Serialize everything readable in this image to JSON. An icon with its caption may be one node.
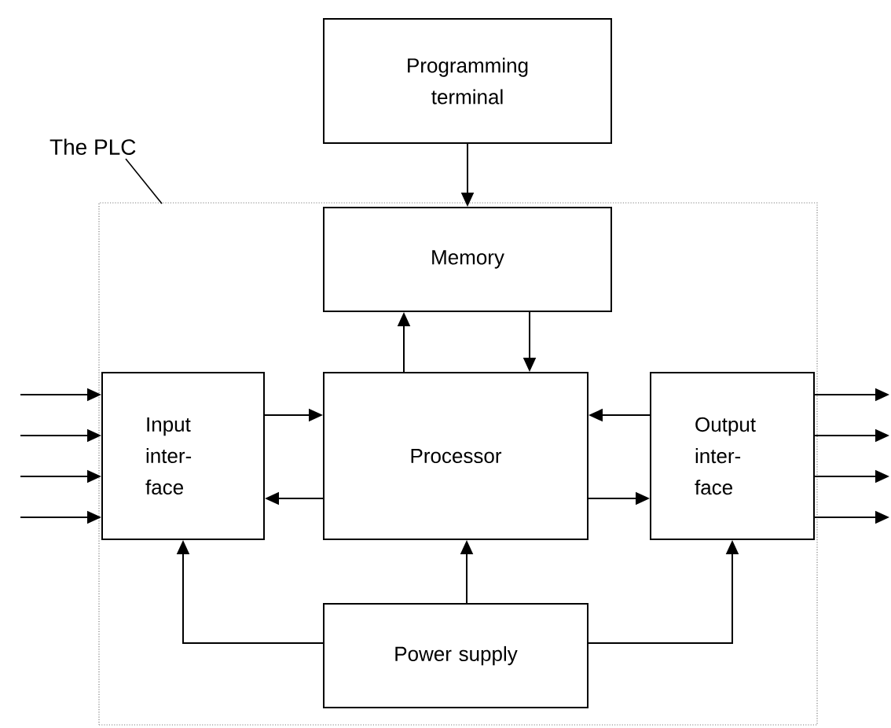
{
  "diagram": {
    "nodes": [
      {
        "text": [
          "Programming terminal"
        ]
      },
      {
        "text": [
          "The PLC"
        ]
      },
      {
        "text": [
          "Memory"
        ],
        "in": 1
      },
      {
        "text": [
          "Input inter- face"
        ],
        "in": 1
      },
      {
        "text": [
          "Processor"
        ],
        "in": 1
      },
      {
        "text": [
          "Output inter- face"
        ],
        "in": 1
      },
      {
        "text": [
          "Power supply"
        ],
        "in": 1
      }
    ],
    "edges": [
      {
        "from": 0,
        "to": 2,
        "arrow": "to"
      },
      {
        "from": 4,
        "to": 2,
        "arrow": "to"
      },
      {
        "from": 2,
        "to": 4,
        "arrow": "to"
      },
      {
        "from": 3,
        "to": 4,
        "arrow": "to"
      },
      {
        "from": 4,
        "to": 3,
        "arrow": "to"
      },
      {
        "from": 5,
        "to": 4,
        "arrow": "to"
      },
      {
        "from": 4,
        "to": 5,
        "arrow": "to"
      },
      {
        "from": 6,
        "to": 4,
        "arrow": "to"
      },
      {
        "from": 6,
        "to": 3,
        "arrow": "to"
      },
      {
        "from": 6,
        "to": 5,
        "arrow": "to"
      },
      {
        "from": null,
        "to": 3,
        "arrow": "to"
      },
      {
        "from": null,
        "to": 3,
        "arrow": "to"
      },
      {
        "from": null,
        "to": 3,
        "arrow": "to"
      },
      {
        "from": null,
        "to": 3,
        "arrow": "to"
      },
      {
        "from": 5,
        "to": null,
        "arrow": "to"
      },
      {
        "from": 5,
        "to": null,
        "arrow": "to"
      },
      {
        "from": 5,
        "to": null,
        "arrow": "to"
      },
      {
        "from": 5,
        "to": null,
        "arrow": "to"
      }
    ]
  }
}
